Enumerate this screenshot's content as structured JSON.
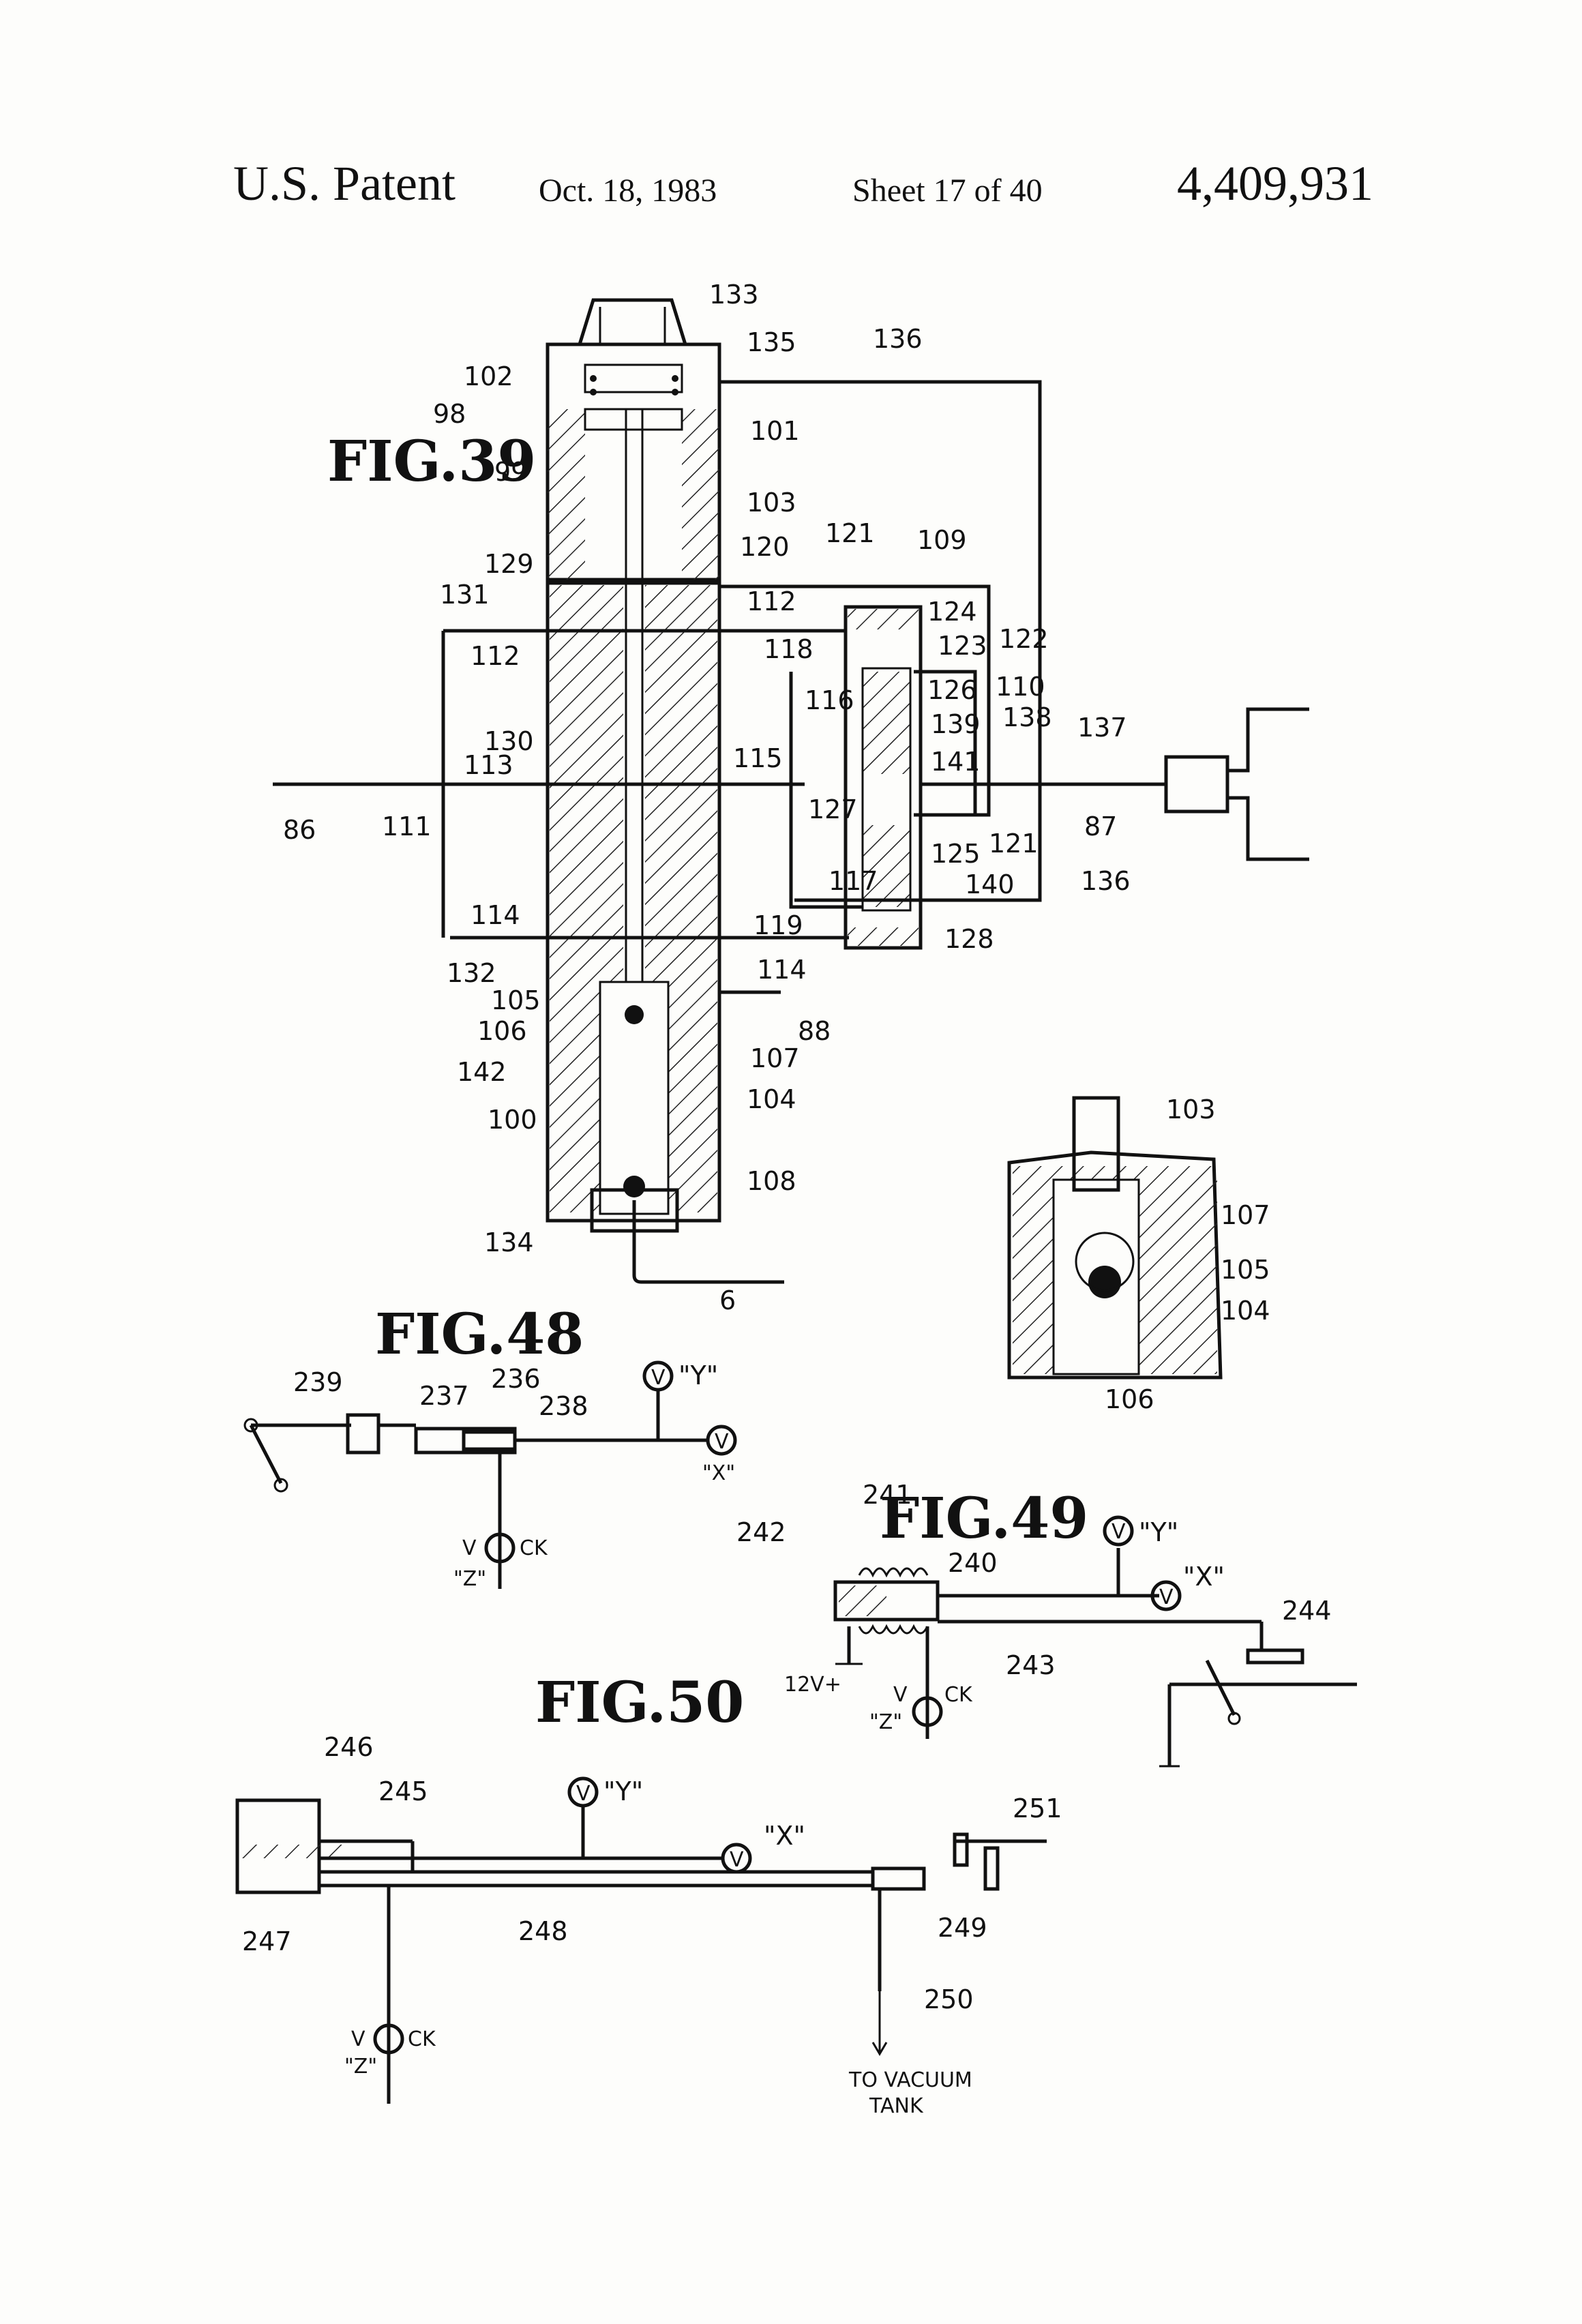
{
  "header": {
    "left": "U.S. Patent",
    "date": "Oct. 18, 1983",
    "sheet": "Sheet 17 of 40",
    "patent_number": "4,409,931"
  },
  "figures": {
    "fig39": "FIG.39",
    "fig48": "FIG.48",
    "fig49": "FIG.49",
    "fig50": "FIG.50"
  },
  "labels": {
    "l133": "133",
    "l135": "135",
    "l136a": "136",
    "l102": "102",
    "l98": "98",
    "l101": "101",
    "l99": "99",
    "l103": "103",
    "l120": "120",
    "l121a": "121",
    "l109": "109",
    "l129": "129",
    "l131": "131",
    "l112a": "112",
    "l112b": "112",
    "l124": "124",
    "l118": "118",
    "l123": "123",
    "l122": "122",
    "l126": "126",
    "l110": "110",
    "l116": "116",
    "l139": "139",
    "l138": "138",
    "l137": "137",
    "l130": "130",
    "l115": "115",
    "l113": "113",
    "l141": "141",
    "l86": "86",
    "l111": "111",
    "l127": "127",
    "l87": "87",
    "l125": "125",
    "l121b": "121",
    "l117": "117",
    "l140": "140",
    "l136b": "136",
    "l114a": "114",
    "l119": "119",
    "l128": "128",
    "l114b": "114",
    "l132": "132",
    "l105": "105",
    "l88": "88",
    "l106": "106",
    "l107": "107",
    "l142": "142",
    "l104": "104",
    "l100": "100",
    "l108": "108",
    "l134": "134",
    "l6": "6",
    "d103": "103",
    "d107": "107",
    "d105": "105",
    "d104": "104",
    "d106": "106",
    "l239": "239",
    "l237": "237",
    "l236": "236",
    "l238": "238",
    "y48": "\"Y\"",
    "x48": "\"X\"",
    "v48a": "V",
    "v48b": "V",
    "v48c": "V",
    "ck48": "CK",
    "z48": "\"Z\"",
    "l241": "241",
    "l242": "242",
    "l240": "240",
    "y49": "\"Y\"",
    "x49": "\"X\"",
    "l244": "244",
    "l243": "243",
    "l12v": "12V+",
    "v49a": "V",
    "v49b": "V",
    "v49c": "V",
    "ck49": "CK",
    "z49": "\"Z\"",
    "l246": "246",
    "l245": "245",
    "y50": "\"Y\"",
    "x50": "\"X\"",
    "l251": "251",
    "l247": "247",
    "l248": "248",
    "l249": "249",
    "l250": "250",
    "v50a": "V",
    "v50b": "V",
    "v50c": "V",
    "ck50": "CK",
    "z50": "\"Z\"",
    "vac1": "TO VACUUM",
    "vac2": "TANK"
  }
}
